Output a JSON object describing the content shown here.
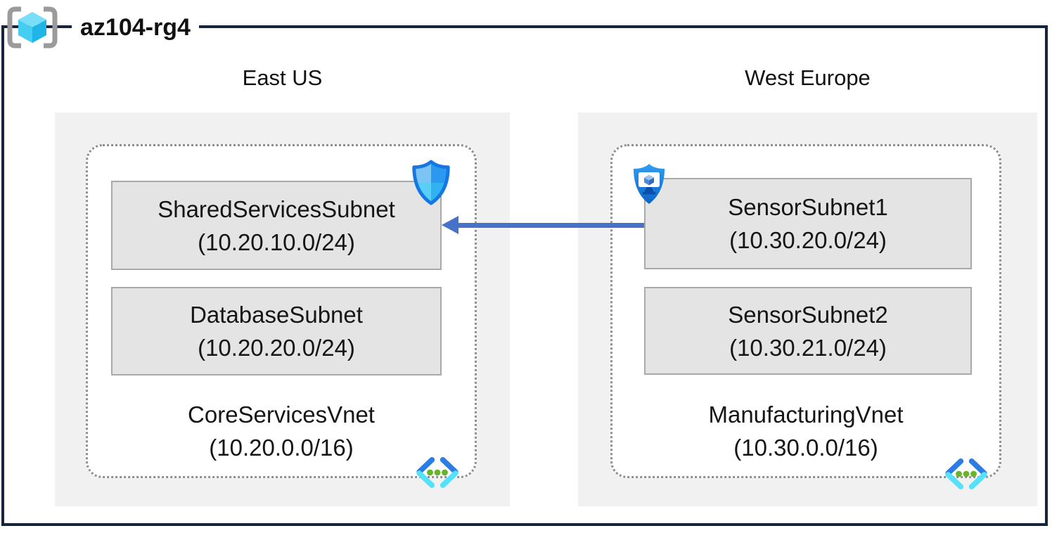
{
  "resource_group": {
    "name": "az104-rg4"
  },
  "regions": [
    {
      "name": "East US",
      "vnet": {
        "name": "CoreServicesVnet",
        "cidr": "(10.20.0.0/16)"
      },
      "subnets": [
        {
          "name": "SharedServicesSubnet",
          "cidr": "(10.20.10.0/24)",
          "badge": "defender-shield-icon"
        },
        {
          "name": "DatabaseSubnet",
          "cidr": "(10.20.20.0/24)",
          "badge": ""
        }
      ]
    },
    {
      "name": "West Europe",
      "vnet": {
        "name": "ManufacturingVnet",
        "cidr": "(10.30.0.0/16)"
      },
      "subnets": [
        {
          "name": "SensorSubnet1",
          "cidr": "(10.30.20.0/24)",
          "badge": "shielded-monitor-icon"
        },
        {
          "name": "SensorSubnet2",
          "cidr": "(10.30.21.0/24)",
          "badge": ""
        }
      ]
    }
  ],
  "connection": {
    "from": "SensorSubnet1",
    "to": "SharedServicesSubnet",
    "direction": "right-to-left",
    "color": "#4673c8"
  },
  "icons": {
    "resource_group": "resource-group-brackets-cube-icon",
    "virtual_network": "virtual-network-chevrons-icon",
    "left_subnet_badge": "defender-shield-icon",
    "right_subnet_badge": "shielded-monitor-icon"
  },
  "colors": {
    "frame": "#17243e",
    "region_background": "#f1f1f1",
    "vnet_box_background": "#ffffff",
    "dotted_border": "#8f8f8f",
    "subnet_background": "#e4e4e4",
    "subnet_border": "#a9a9a9",
    "arrow": "#4673c8",
    "text": "#151515"
  }
}
